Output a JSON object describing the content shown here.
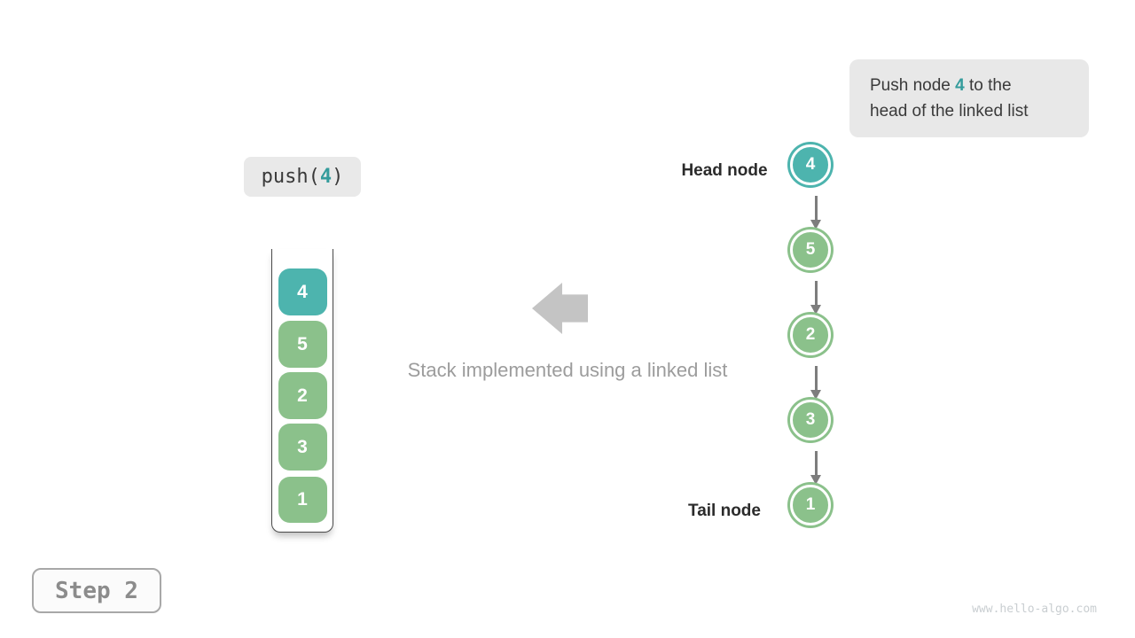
{
  "colors": {
    "teal": "#4db4ae",
    "green": "#8bc18b",
    "accentText": "#349c9c"
  },
  "callout": {
    "prefix": "Push node ",
    "highlight": "4",
    "suffix": " to the head of the linked list"
  },
  "operation": {
    "prefix": "push(",
    "argument": "4",
    "suffix": ")"
  },
  "stack": {
    "items": [
      {
        "value": "4"
      },
      {
        "value": "5"
      },
      {
        "value": "2"
      },
      {
        "value": "3"
      },
      {
        "value": "1"
      }
    ]
  },
  "caption": "Stack implemented using a linked list",
  "linked_list": {
    "head_label": "Head node",
    "tail_label": "Tail node",
    "nodes": [
      {
        "value": "4"
      },
      {
        "value": "5"
      },
      {
        "value": "2"
      },
      {
        "value": "3"
      },
      {
        "value": "1"
      }
    ]
  },
  "step_badge": "Step 2",
  "watermark": "www.hello-algo.com"
}
